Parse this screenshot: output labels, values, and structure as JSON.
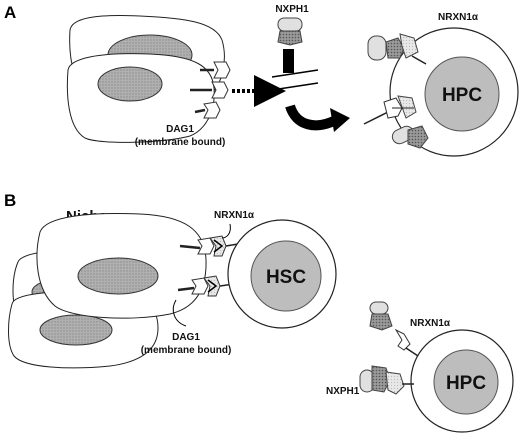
{
  "panel_a": {
    "letter": "A",
    "labels": {
      "nxph1": "NXPH1",
      "nrxn1a": "NRXN1α",
      "dag1_line1": "DAG1",
      "dag1_line2": "(membrane bound)",
      "cell": "HPC"
    }
  },
  "panel_b": {
    "letter": "B",
    "labels": {
      "niche": "Niche",
      "nrxn1a_top": "NRXN1α",
      "dag1_line1": "DAG1",
      "dag1_line2": "(membrane bound)",
      "hsc": "HSC",
      "nrxn1a_right": "NRXN1α",
      "nxph1": "NXPH1",
      "hpc": "HPC"
    }
  },
  "colors": {
    "nucleus_dotted": "#a8a8a8",
    "progenitor_nucleus": "#bdbdbd",
    "arrow": "#000000",
    "nxph1_fill": "#8c8c8c",
    "nrxn1a_fill": "#e6e6e6"
  }
}
